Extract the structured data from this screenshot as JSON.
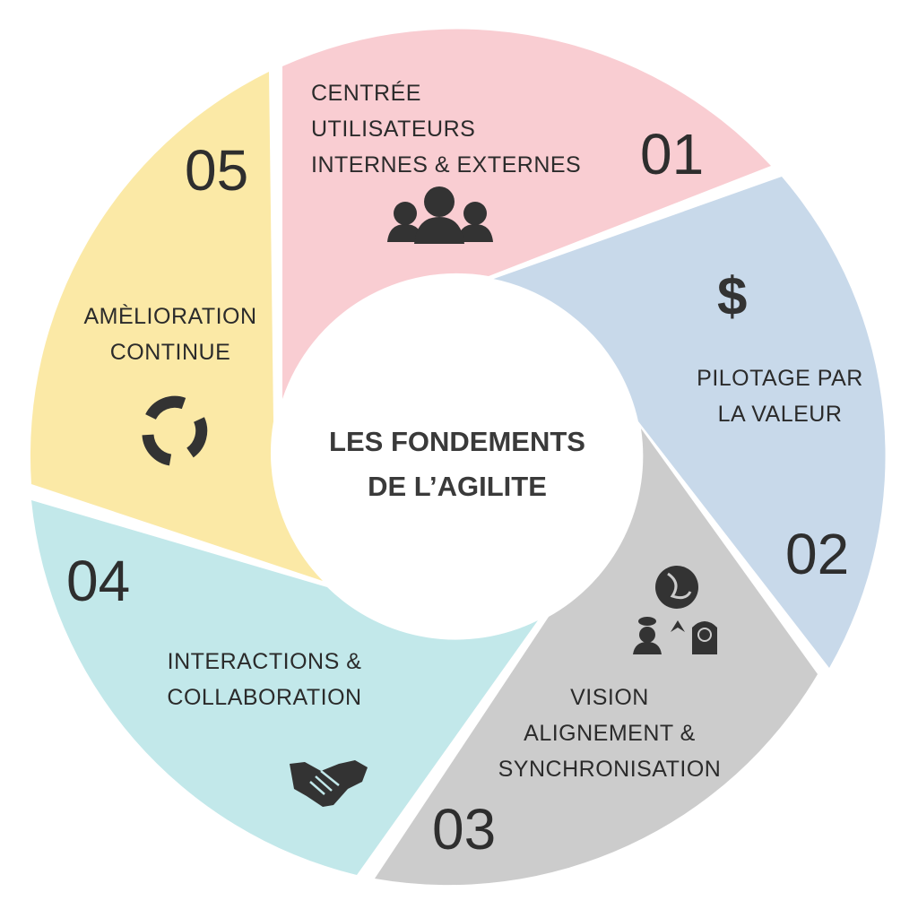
{
  "title": {
    "line1": "LES FONDEMENTS",
    "line2": "DE L’AGILITE"
  },
  "segments": [
    {
      "number": "01",
      "lines": [
        "CENTRÉE",
        "UTILISATEURS",
        "INTERNES & EXTERNES"
      ],
      "icon": "users-icon",
      "color": "#f9cdd2"
    },
    {
      "number": "02",
      "lines": [
        "PILOTAGE PAR",
        "LA VALEUR"
      ],
      "icon": "dollar-icon",
      "symbol": "$",
      "color": "#c8d9ea"
    },
    {
      "number": "03",
      "lines": [
        "VISION",
        "ALIGNEMENT &",
        "SYNCHRONISATION"
      ],
      "icon": "vision-alignment-icon",
      "color": "#cccccc"
    },
    {
      "number": "04",
      "lines": [
        "INTERACTIONS &",
        "COLLABORATION"
      ],
      "icon": "handshake-icon",
      "color": "#c2e8ea"
    },
    {
      "number": "05",
      "lines": [
        "AMÈLIORATION",
        "CONTINUE"
      ],
      "icon": "cycle-arrows-icon",
      "color": "#fbe9a6"
    }
  ]
}
